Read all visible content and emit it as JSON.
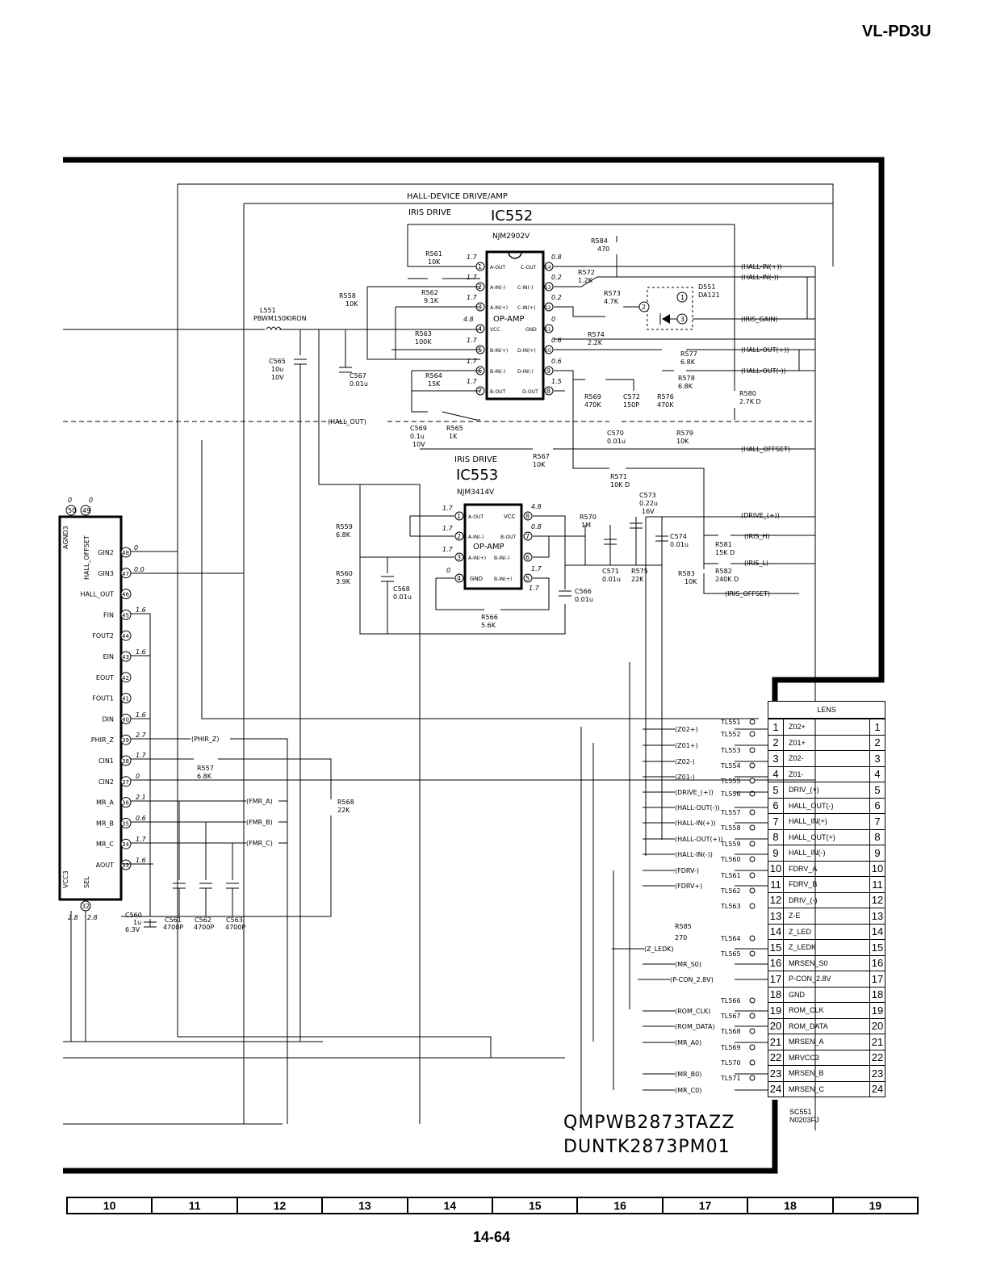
{
  "header": {
    "model": "VL-PD3U"
  },
  "footer": {
    "page": "14-64"
  },
  "grid_columns": [
    "10",
    "11",
    "12",
    "13",
    "14",
    "15",
    "16",
    "17",
    "18",
    "19"
  ],
  "part_numbers": [
    "QMPWB2873TAZZ",
    "DUNTK2873PM01"
  ],
  "blocks": {
    "hall_drive": "HALL-DEVICE DRIVE/AMP",
    "iris_drive_1": "IRIS DRIVE",
    "iris_drive_2": "IRIS DRIVE"
  },
  "ics": {
    "ic552": {
      "ref": "IC552",
      "part": "NJM2902V",
      "function": "OP-AMP"
    },
    "ic553": {
      "ref": "IC553",
      "part": "NJM3414V",
      "function": "OP-AMP"
    }
  },
  "connector": {
    "title": "LENS",
    "ref": "SC551",
    "part": "N0203FJ",
    "pins": [
      {
        "n": "1",
        "sig": "Z02+"
      },
      {
        "n": "2",
        "sig": "Z01+"
      },
      {
        "n": "3",
        "sig": "Z02-"
      },
      {
        "n": "4",
        "sig": "Z01-"
      },
      {
        "n": "5",
        "sig": "DRIV_(+)"
      },
      {
        "n": "6",
        "sig": "HALL_OUT(-)"
      },
      {
        "n": "7",
        "sig": "HALL_IN(+)"
      },
      {
        "n": "8",
        "sig": "HALL_OUT(+)"
      },
      {
        "n": "9",
        "sig": "HALL_IN(-)"
      },
      {
        "n": "10",
        "sig": "FDRV_A"
      },
      {
        "n": "11",
        "sig": "FDRV_B"
      },
      {
        "n": "12",
        "sig": "DRIV_(-)"
      },
      {
        "n": "13",
        "sig": "Z-E"
      },
      {
        "n": "14",
        "sig": "Z_LED"
      },
      {
        "n": "15",
        "sig": "Z_LEDK"
      },
      {
        "n": "16",
        "sig": "MRSEN_S0"
      },
      {
        "n": "17",
        "sig": "P-CON_2.8V"
      },
      {
        "n": "18",
        "sig": "GND"
      },
      {
        "n": "19",
        "sig": "ROM_CLK"
      },
      {
        "n": "20",
        "sig": "ROM_DATA"
      },
      {
        "n": "21",
        "sig": "MRSEN_A"
      },
      {
        "n": "22",
        "sig": "MRVCC3"
      },
      {
        "n": "23",
        "sig": "MRSEN_B"
      },
      {
        "n": "24",
        "sig": "MRSEN_C"
      }
    ]
  },
  "test_points": [
    "TL551",
    "TL552",
    "TL553",
    "TL554",
    "TL555",
    "TL556",
    "TL557",
    "TL558",
    "TL559",
    "TL560",
    "TL561",
    "TL562",
    "TL563",
    "TL564",
    "TL565",
    "TL566",
    "TL567",
    "TL568",
    "TL569",
    "TL570",
    "TL571"
  ],
  "conn_nets": [
    "(Z02+)",
    "(Z01+)",
    "(Z02-)",
    "(Z01-)",
    "(DRIVE_(+))",
    "(HALL-OUT(-))",
    "(HALL-IN(+))",
    "(HALL-OUT(+))",
    "(HALL-IN(-))",
    "(FDRV-)",
    "(FDRV+)",
    "(Z_LEDK)",
    "(MR_S0)",
    "(P-CON_2.8V)",
    "(ROM_CLK)",
    "(ROM_DATA)",
    "(MR_A0)",
    "(MR_B0)",
    "(MR_C0)"
  ],
  "right_nets": [
    "(HALL-IN(+))",
    "(HALL-IN(-))",
    "(IRIS_GAIN)",
    "(HALL-OUT(+))",
    "(HALL-OUT(-))",
    "(HALL_OFFSET)",
    "(DRIVE_(+))",
    "(IRIS_H)",
    "(IRIS_L)",
    "(IRIS_OFFSET)"
  ],
  "mid_nets": [
    "(HALL_OUT)",
    "(PHIR_Z)",
    "(FMR_A)",
    "(FMR_B)",
    "(FMR_C)"
  ],
  "ic_left_pins": [
    {
      "n": "48",
      "name": "GIN2"
    },
    {
      "n": "47",
      "name": "GIN3"
    },
    {
      "n": "46",
      "name": "HALL_OUT"
    },
    {
      "n": "45",
      "name": "FIN"
    },
    {
      "n": "44",
      "name": "FOUT2"
    },
    {
      "n": "43",
      "name": "EIN"
    },
    {
      "n": "42",
      "name": "EOUT"
    },
    {
      "n": "41",
      "name": "FOUT1"
    },
    {
      "n": "40",
      "name": "DIN"
    },
    {
      "n": "39",
      "name": "PHIR_Z"
    },
    {
      "n": "38",
      "name": "CIN1"
    },
    {
      "n": "37",
      "name": "CIN2"
    },
    {
      "n": "36",
      "name": "MR_A"
    },
    {
      "n": "35",
      "name": "MR_B"
    },
    {
      "n": "34",
      "name": "MR_C"
    },
    {
      "n": "33",
      "name": "AOUT"
    }
  ],
  "ic_left_vertical": [
    "HALL_OFFSET",
    "AGND3",
    "SEL",
    "VCC3"
  ],
  "ic_left_top_pins": [
    "49",
    "50"
  ],
  "ic_left_bottom_pin": "32",
  "voltages_left": [
    "0",
    "0.0",
    "1.6",
    "1.6",
    "1.6",
    "2.7",
    "1.7",
    "0",
    "2.1",
    "0.6",
    "1.7",
    "1.6",
    "2.8",
    "2.8"
  ],
  "components": {
    "L551": [
      "L551",
      "PBWM150KIRON"
    ],
    "C565": [
      "C565",
      "10u",
      "10V"
    ],
    "C567": [
      "C567",
      "0.01u"
    ],
    "R558": [
      "R558",
      "10K"
    ],
    "R561": [
      "R561",
      "10K"
    ],
    "R562": [
      "R562",
      "9.1K"
    ],
    "R563": [
      "R563",
      "100K"
    ],
    "R564": [
      "R564",
      "15K"
    ],
    "C569": [
      "C569",
      "0.1u",
      "10V"
    ],
    "R565": [
      "R565",
      "1K"
    ],
    "R584": [
      "R584",
      "470"
    ],
    "R572": [
      "R572",
      "1.2K"
    ],
    "R573": [
      "R573",
      "4.7K"
    ],
    "R574": [
      "R574",
      "2.2K"
    ],
    "D551": [
      "D551",
      "DA121"
    ],
    "R577": [
      "R577",
      "6.8K"
    ],
    "R578": [
      "R578",
      "6.8K"
    ],
    "R569": [
      "R569",
      "470K"
    ],
    "C572": [
      "C572",
      "150P"
    ],
    "R576": [
      "R576",
      "470K"
    ],
    "R580": [
      "R580",
      "2.7K D"
    ],
    "C570": [
      "C570",
      "0.01u"
    ],
    "R579": [
      "R579",
      "10K"
    ],
    "R567": [
      "R567",
      "10K"
    ],
    "R571": [
      "R571",
      "10K D"
    ],
    "C573": [
      "C573",
      "0.22u",
      "16V"
    ],
    "R570": [
      "R570",
      "1M"
    ],
    "C574": [
      "C574",
      "0.01u"
    ],
    "R581": [
      "R581",
      "15K D"
    ],
    "R583": [
      "R583",
      "10K"
    ],
    "R582": [
      "R582",
      "240K D"
    ],
    "C571": [
      "C571",
      "0.01u"
    ],
    "R575": [
      "R575",
      "22K"
    ],
    "R559": [
      "R559",
      "6.8K"
    ],
    "R560": [
      "R560",
      "3.9K"
    ],
    "C568": [
      "C568",
      "0.01u"
    ],
    "C566": [
      "C566",
      "0.01u"
    ],
    "R566": [
      "R566",
      "5.6K"
    ],
    "R557": [
      "R557",
      "6.8K"
    ],
    "R568": [
      "R568",
      "22K"
    ],
    "C560": [
      "C560",
      "1u",
      "6.3V"
    ],
    "C561": [
      "C561",
      "4700P"
    ],
    "C562": [
      "C562",
      "4700P"
    ],
    "C563": [
      "C563",
      "4700P"
    ],
    "R585": [
      "R585",
      "270"
    ]
  },
  "ic552_pins": {
    "left": [
      {
        "n": "1",
        "f": "A-OUT",
        "v": "1.7"
      },
      {
        "n": "2",
        "f": "A-IN(-)",
        "v": "1.7"
      },
      {
        "n": "3",
        "f": "A-IN(+)",
        "v": "1.7"
      },
      {
        "n": "4",
        "f": "VCC",
        "v": "4.8"
      },
      {
        "n": "5",
        "f": "B-IN(+)",
        "v": "1.7"
      },
      {
        "n": "6",
        "f": "B-IN(-)",
        "v": "1.7"
      },
      {
        "n": "7",
        "f": "B-OUT",
        "v": "1.7"
      }
    ],
    "right": [
      {
        "n": "14",
        "f": "C-OUT",
        "v": "0.8"
      },
      {
        "n": "13",
        "f": "C-IN(-)",
        "v": "0.2"
      },
      {
        "n": "12",
        "f": "C-IN(+)",
        "v": "0.2"
      },
      {
        "n": "11",
        "f": "GND",
        "v": "0"
      },
      {
        "n": "10",
        "f": "D-IN(+)",
        "v": "0.6"
      },
      {
        "n": "9",
        "f": "D-IN(-)",
        "v": "0.6"
      },
      {
        "n": "8",
        "f": "D-OUT",
        "v": "1.5"
      }
    ]
  },
  "ic553_pins": {
    "left": [
      {
        "n": "1",
        "f": "A-OUT",
        "v": "1.7"
      },
      {
        "n": "2",
        "f": "A-IN(-)",
        "v": "1.7"
      },
      {
        "n": "3",
        "f": "A-IN(+)",
        "v": "1.7"
      },
      {
        "n": "4",
        "f": "GND",
        "v": "0"
      }
    ],
    "right": [
      {
        "n": "8",
        "f": "VCC",
        "v": "4.8"
      },
      {
        "n": "7",
        "f": "B-OUT",
        "v": "0.8"
      },
      {
        "n": "6",
        "f": "B-IN(-)",
        "v": ""
      },
      {
        "n": "5",
        "f": "B-IN(+)",
        "v": "1.7"
      }
    ],
    "extra_v": "1.7"
  }
}
